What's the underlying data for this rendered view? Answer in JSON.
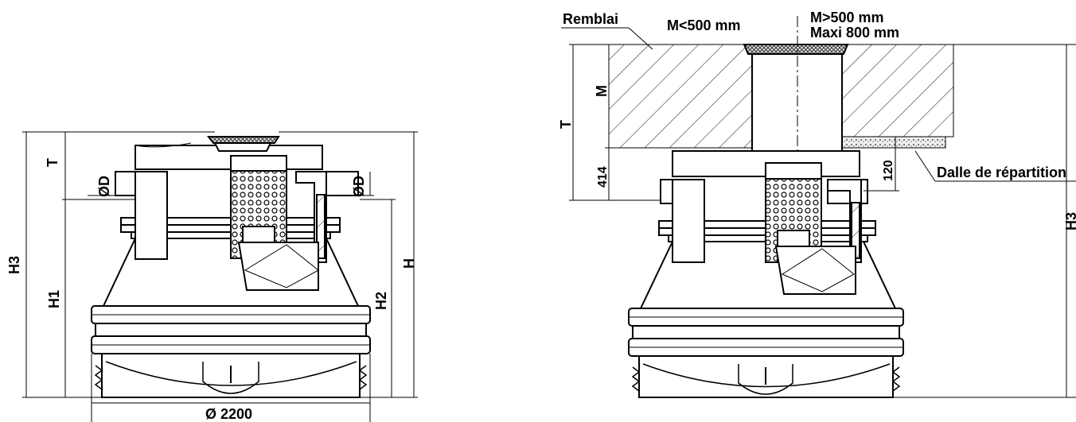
{
  "left_view": {
    "dim_T": "T",
    "dim_D_left": "ØD",
    "dim_D_right": "ØD",
    "dim_H3": "H3",
    "dim_H1": "H1",
    "dim_H2": "H2",
    "dim_H": "H",
    "dim_diameter": "Ø 2200"
  },
  "right_view": {
    "remblai": "Remblai",
    "m_less": "M<500 mm",
    "m_more_line1": "M>500 mm",
    "m_more_line2": "Maxi 800 mm",
    "dim_T": "T",
    "dim_M": "M",
    "dim_414": "414",
    "dim_120": "120",
    "dalle": "Dalle de répartition",
    "dim_H3": "H3"
  }
}
